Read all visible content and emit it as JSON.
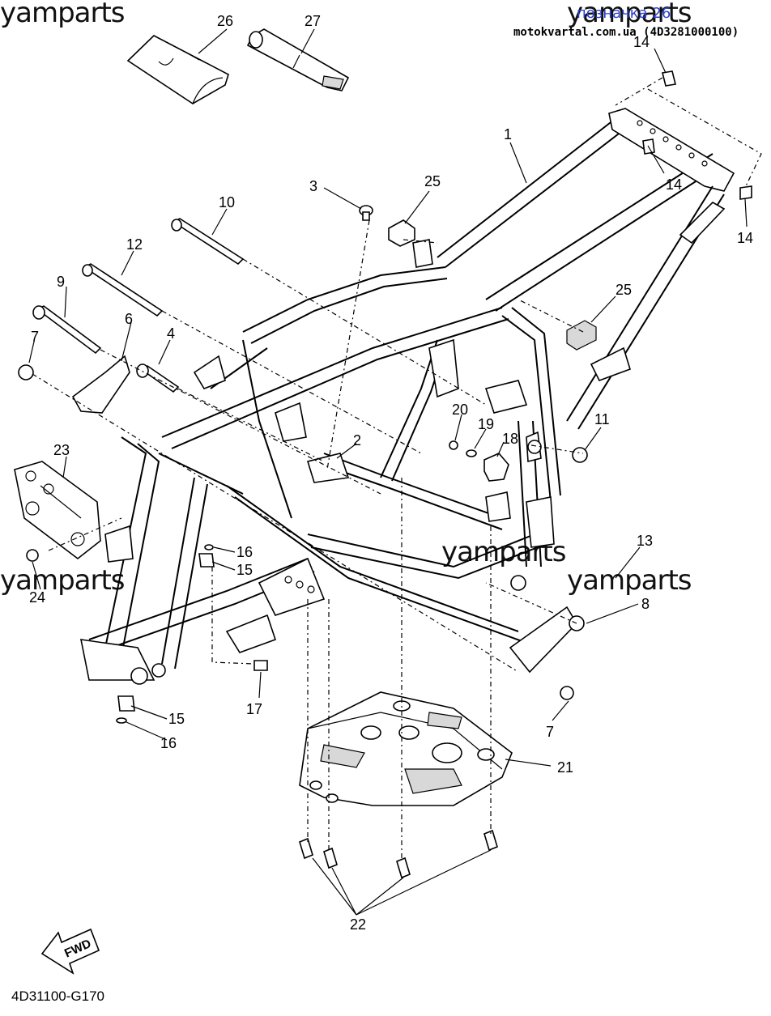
{
  "watermarks": [
    "yamparts",
    "yamparts",
    "yamparts",
    "yamparts",
    "yamparts"
  ],
  "overlay": {
    "link": "позначка 26",
    "site": "motokvartal.com.ua (4D3281000100)"
  },
  "diagram_code": "4D31100-G170",
  "fwd_label": "FWD",
  "callouts": [
    "1",
    "2",
    "3",
    "4",
    "6",
    "7",
    "7",
    "8",
    "9",
    "10",
    "11",
    "12",
    "13",
    "14",
    "14",
    "14",
    "15",
    "15",
    "16",
    "16",
    "17",
    "18",
    "19",
    "20",
    "21",
    "22",
    "23",
    "24",
    "25",
    "25",
    "26",
    "27"
  ],
  "colors": {
    "line": "#000000",
    "link": "#2a3fd0",
    "background": "#ffffff"
  }
}
